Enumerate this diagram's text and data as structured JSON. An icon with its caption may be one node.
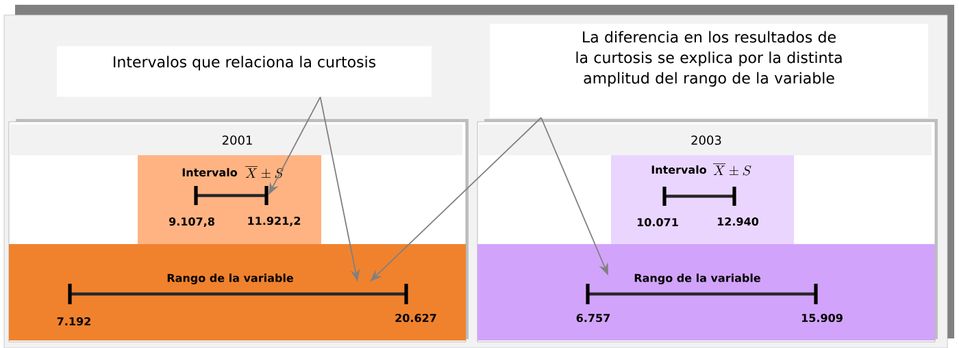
{
  "diagram": {
    "nodes": [
      {
        "text": [
          "Intervalos que relaciona la curtosis"
        ]
      },
      {
        "text": [
          "La diferencia en los resultados de la curtosis se explica por la distinta amplitud del rango de la variable"
        ]
      },
      {
        "text": [
          "2001"
        ]
      },
      {
        "text": [
          "Intervalo",
          "\\overline{X} \\pm S",
          "9.107,8",
          "11.921,2"
        ],
        "in": 2
      },
      {
        "text": [
          "Rango de la variable",
          "7.192",
          "20.627"
        ],
        "in": 2
      },
      {
        "text": [
          "2003"
        ]
      },
      {
        "text": [
          "Intervalo",
          "\\overline{X} \\pm S",
          "10.071",
          "12.940"
        ],
        "in": 5
      },
      {
        "text": [
          "Rango de la variable",
          "6.757",
          "15.909"
        ],
        "in": 5
      }
    ],
    "edges": [
      {
        "from": 0,
        "to": 3,
        "arrow": "to"
      },
      {
        "from": 0,
        "to": 4,
        "arrow": "to"
      },
      {
        "from": 1,
        "to": 4,
        "arrow": "to"
      },
      {
        "from": 1,
        "to": 7,
        "arrow": "to"
      }
    ]
  }
}
